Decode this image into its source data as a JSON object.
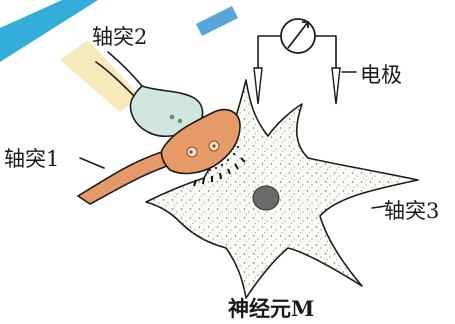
{
  "labels": {
    "axon1": "轴突1",
    "axon2": "轴突2",
    "axon3": "轴突3",
    "electrode": "电极",
    "neuron": "神经元M"
  },
  "colors": {
    "axon1_fill": "#e59a68",
    "axon2_fill": "#cfe7df",
    "neuron_fill": "#fbfbf6",
    "nucleus_fill": "#6a6a6a",
    "accent_left": "#1fa4d6",
    "accent_top": "#2e8fd0"
  },
  "icons": {
    "meter": "galvanometer-icon"
  }
}
